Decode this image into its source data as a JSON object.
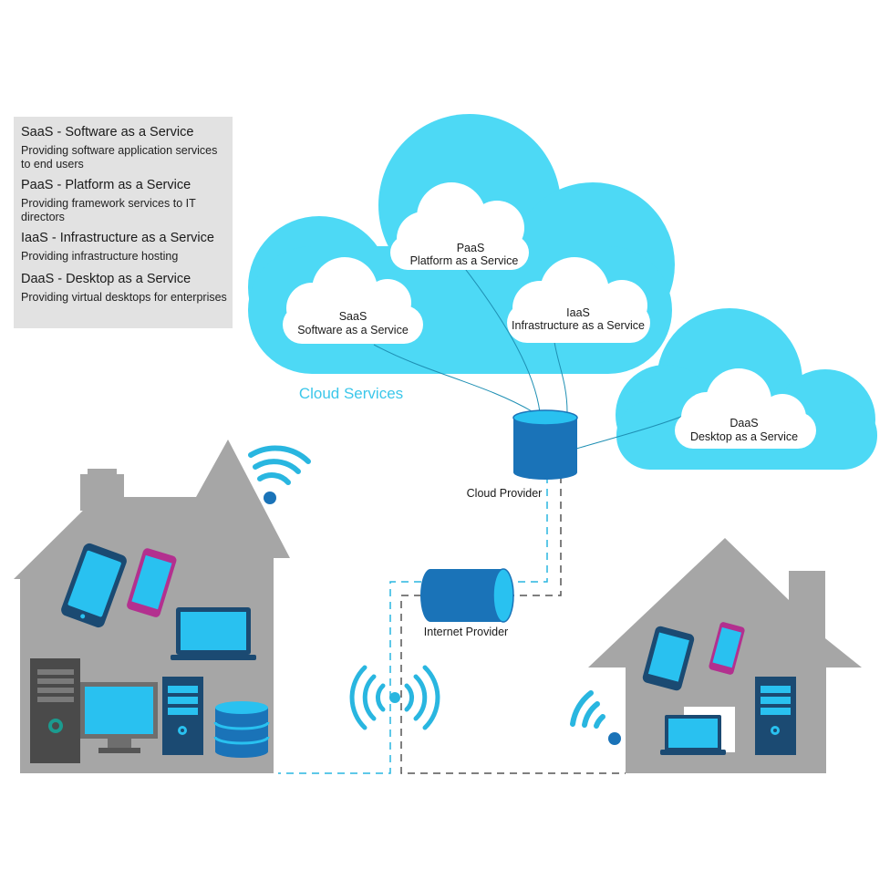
{
  "legend": {
    "items": [
      {
        "title": "SaaS - Software as a Service",
        "description": "Providing software application services to end users"
      },
      {
        "title": "PaaS - Platform as a Service",
        "description": "Providing framework services to IT directors"
      },
      {
        "title": "IaaS - Infrastructure as a Service",
        "description": "Providing infrastructure hosting"
      },
      {
        "title": "DaaS - Desktop as a Service",
        "description": "Providing virtual desktops for enterprises"
      }
    ]
  },
  "cloud_services_label": "Cloud Services",
  "services": {
    "saas": {
      "abbr": "SaaS",
      "name": "Software as a Service"
    },
    "paas": {
      "abbr": "PaaS",
      "name": "Platform as a Service"
    },
    "iaas": {
      "abbr": "IaaS",
      "name": "Infrastructure as a Service"
    },
    "daas": {
      "abbr": "DaaS",
      "name": "Desktop as a Service"
    }
  },
  "nodes": {
    "cloud_provider": "Cloud Provider",
    "internet_provider": "Internet Provider"
  },
  "colors": {
    "cloud": "#4dd9f5",
    "device_blue": "#1a73b8",
    "device_dark": "#1b4a72",
    "screen": "#29c1f0",
    "house": "#a6a6a6",
    "legend_bg": "#e2e2e2",
    "phone_pink": "#b3308f",
    "cloud_label": "#3cc7ea"
  }
}
